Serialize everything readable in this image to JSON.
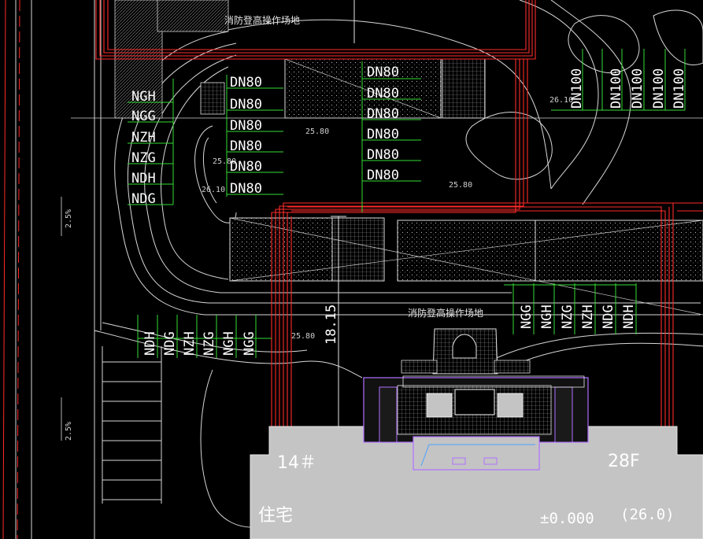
{
  "site": {
    "fire_area_top": "消防登高操作场地",
    "fire_area_mid": "消防登高操作场地",
    "dimension_vertical": "18.15",
    "slope_1": "2.5%",
    "slope_2": "2.5%",
    "elev_1": "25.80",
    "elev_2": "25.80",
    "elev_3": "25.80",
    "elev_4": "25.80",
    "elev_5": "26.10",
    "elev_6": "26.10"
  },
  "pipes_left": [
    "NGH",
    "NGG",
    "NZH",
    "NZG",
    "NDH",
    "NDG"
  ],
  "pipes_dn_left": [
    "DN80",
    "DN80",
    "DN80",
    "DN80",
    "DN80",
    "DN80"
  ],
  "pipes_dn_mid": [
    "DN80",
    "DN80",
    "DN80",
    "DN80",
    "DN80",
    "DN80"
  ],
  "pipes_dn_right": [
    "DN100",
    "DN100",
    "DN100",
    "DN100",
    "DN100"
  ],
  "pipes_bottom_left": [
    "NDH",
    "NDG",
    "NZH",
    "NZG",
    "NGH",
    "NGG"
  ],
  "pipes_bottom_right": [
    "NGG",
    "NGH",
    "NZG",
    "NZH",
    "NDG",
    "NDH"
  ],
  "building": {
    "number": "14＃",
    "floors": "28F",
    "use": "住宅",
    "zero_level": "±0.000",
    "abs_level": "(26.0)"
  },
  "colors": {
    "background": "#000000",
    "pipe_red": "#ff2a2a",
    "pipe_green": "#33dd33",
    "outline_white": "#e6e6e6",
    "building_fill": "#c4c4c4",
    "building_purple": "#b070ff"
  }
}
